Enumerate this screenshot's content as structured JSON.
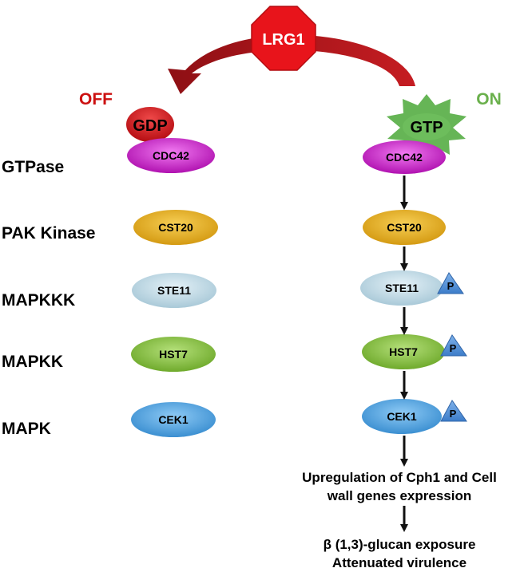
{
  "regulator": "LRG1",
  "states": {
    "off": "OFF",
    "on": "ON"
  },
  "nucleotides": {
    "gdp": "GDP",
    "gtp": "GTP"
  },
  "rows": [
    {
      "label": "GTPase",
      "protein": "CDC42"
    },
    {
      "label": "PAK Kinase",
      "protein": "CST20"
    },
    {
      "label": "MAPKKK",
      "protein": "STE11"
    },
    {
      "label": "MAPKK",
      "protein": "HST7"
    },
    {
      "label": "MAPK",
      "protein": "CEK1"
    }
  ],
  "phospho": "P",
  "outcomes": {
    "line1": "Upregulation of Cph1 and Cell",
    "line2": "wall genes expression",
    "line3": "β (1,3)-glucan exposure",
    "line4": "Attenuated virulence"
  },
  "colors": {
    "cdc42": "#d21fd2",
    "cst20": "#e8b021",
    "ste11": "#c3dbe6",
    "hst7": "#8cc63f",
    "cek1": "#5aa9e6",
    "lrg1": "#e8141b",
    "gdp": "#d9141b",
    "gtp": "#66b556",
    "off": "#cc1111",
    "on": "#6ab04c",
    "phospho": "#4a90d9",
    "arrow": "#b3151b"
  }
}
